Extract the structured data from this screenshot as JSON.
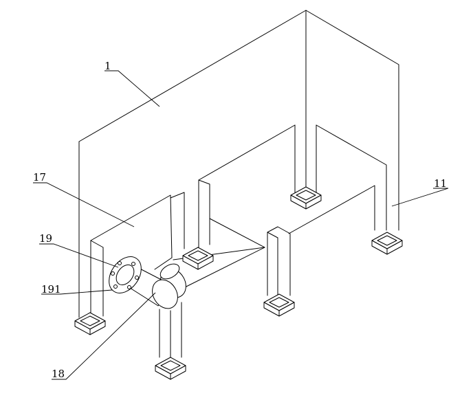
{
  "labels": {
    "body": "1",
    "leg": "11",
    "hood": "17",
    "pipe": "18",
    "flange": "19",
    "bolt_hole": "191"
  }
}
